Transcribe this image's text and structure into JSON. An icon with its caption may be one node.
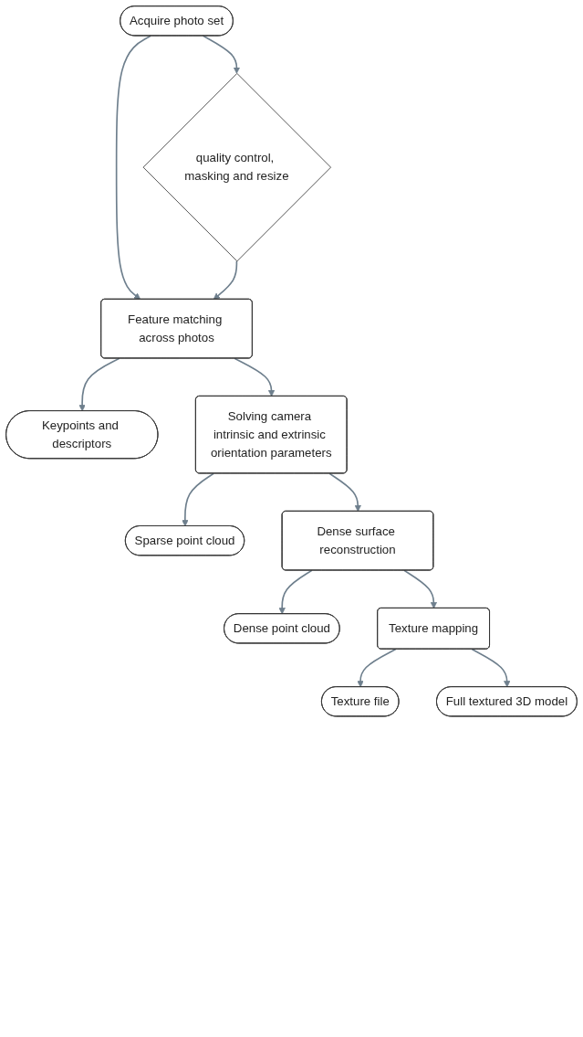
{
  "diagram": {
    "nodes": [
      {
        "text": [
          "Acquire photo set"
        ]
      },
      {
        "text": [
          "quality control, masking and resize"
        ]
      },
      {
        "text": [
          "Feature matching across photos"
        ]
      },
      {
        "text": [
          "Keypoints and descriptors"
        ]
      },
      {
        "text": [
          "Solving camera intrinsic and extrinsic orientation parameters"
        ]
      },
      {
        "text": [
          "Sparse point cloud"
        ]
      },
      {
        "text": [
          "Dense surface reconstruction"
        ]
      },
      {
        "text": [
          "Dense point cloud"
        ]
      },
      {
        "text": [
          "Texture mapping"
        ]
      },
      {
        "text": [
          "Texture file"
        ]
      },
      {
        "text": [
          "Full textured 3D model"
        ]
      }
    ],
    "edges": [
      {
        "from": 0,
        "to": 1,
        "arrow": "to"
      },
      {
        "from": 0,
        "to": 2,
        "arrow": "to"
      },
      {
        "from": 1,
        "to": 2,
        "arrow": "to"
      },
      {
        "from": 2,
        "to": 3,
        "arrow": "to"
      },
      {
        "from": 2,
        "to": 4,
        "arrow": "to"
      },
      {
        "from": 4,
        "to": 5,
        "arrow": "to"
      },
      {
        "from": 4,
        "to": 6,
        "arrow": "to"
      },
      {
        "from": 6,
        "to": 7,
        "arrow": "to"
      },
      {
        "from": 6,
        "to": 8,
        "arrow": "to"
      },
      {
        "from": 8,
        "to": 9,
        "arrow": "to"
      },
      {
        "from": 8,
        "to": 10,
        "arrow": "to"
      }
    ]
  }
}
